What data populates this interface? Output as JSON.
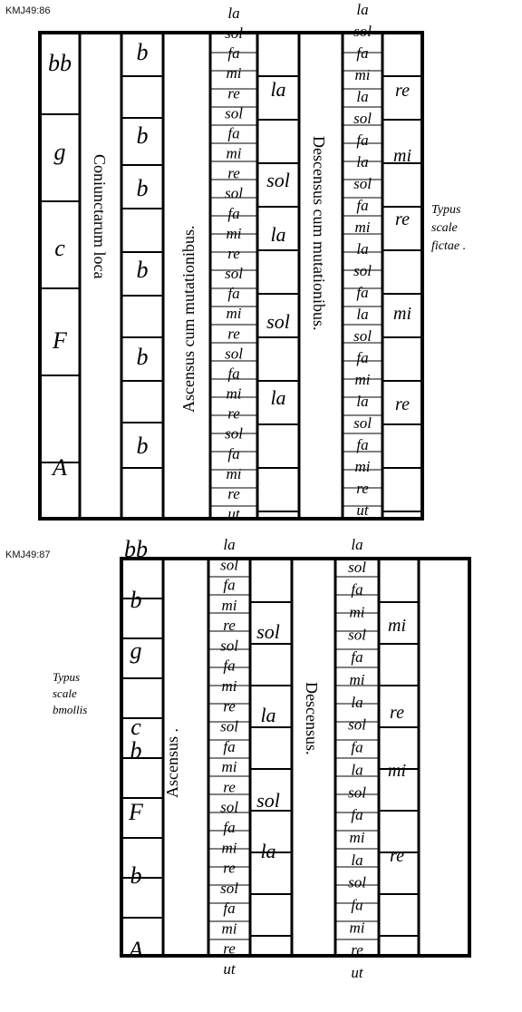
{
  "figure1": {
    "caption": "KMJ49:86",
    "clefs": [
      "bb",
      "g",
      "c",
      "F",
      "A"
    ],
    "flats": [
      "b",
      "b",
      "b",
      "b",
      "b",
      "b"
    ],
    "conjunctions_label": "Coniunctarum loca",
    "ascent_label": "Ascensus cum mutationibus.",
    "descent_label": "Descensus cum mutationibus.",
    "left_syllables": [
      "la",
      "sol",
      "fa",
      "mi",
      "re",
      "sol",
      "fa",
      "mi",
      "re",
      "sol",
      "fa",
      "mi",
      "re",
      "sol",
      "fa",
      "mi",
      "re",
      "sol",
      "fa",
      "mi",
      "re",
      "sol",
      "fa",
      "mi",
      "re",
      "ut"
    ],
    "left_mutations": [
      "la",
      "sol",
      "la",
      "sol",
      "la"
    ],
    "right_syllables": [
      "la",
      "sol",
      "fa",
      "mi",
      "la",
      "sol",
      "fa",
      "la",
      "sol",
      "fa",
      "mi",
      "la",
      "sol",
      "fa",
      "la",
      "sol",
      "fa",
      "mi",
      "la",
      "sol",
      "fa",
      "mi",
      "re",
      "ut"
    ],
    "right_mutations": [
      "re",
      "mi",
      "re",
      "mi",
      "re"
    ],
    "side_label": [
      "Typus",
      "scale",
      "fictae ."
    ]
  },
  "figure2": {
    "caption": "KMJ49:87",
    "clefs": [
      "bb",
      "b",
      "g",
      "c",
      "b",
      "F",
      "b",
      "A"
    ],
    "ascent_label": "Ascensus .",
    "descent_label": "Descensus.",
    "left_syllables": [
      "la",
      "sol",
      "fa",
      "mi",
      "re",
      "sol",
      "fa",
      "mi",
      "re",
      "sol",
      "fa",
      "mi",
      "re",
      "sol",
      "fa",
      "mi",
      "re",
      "sol",
      "fa",
      "mi",
      "re",
      "ut"
    ],
    "left_mutations": [
      "sol",
      "la",
      "sol",
      "la"
    ],
    "right_syllables": [
      "la",
      "sol",
      "fa",
      "mi",
      "sol",
      "fa",
      "mi",
      "la",
      "sol",
      "fa",
      "la",
      "sol",
      "fa",
      "mi",
      "la",
      "sol",
      "fa",
      "mi",
      "re",
      "ut"
    ],
    "right_mutations": [
      "mi",
      "re",
      "mi",
      "re"
    ],
    "side_label": [
      "Typus",
      "scale",
      "bmollis"
    ]
  }
}
